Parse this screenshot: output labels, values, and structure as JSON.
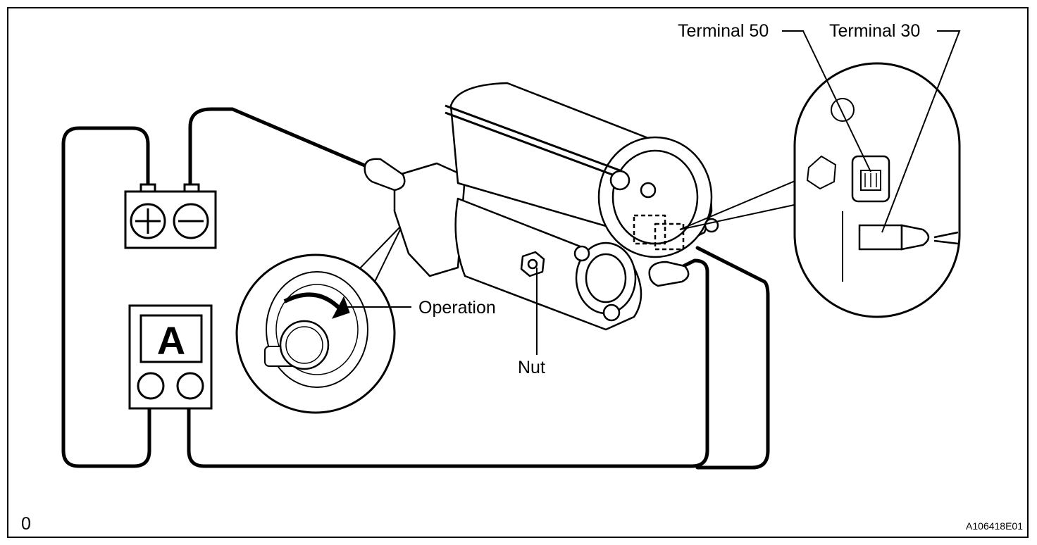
{
  "labels": {
    "terminal_50": "Terminal 50",
    "terminal_30": "Terminal 30",
    "operation": "Operation",
    "nut": "Nut",
    "ammeter": "A"
  },
  "footer": {
    "left_code": "0",
    "figure_id": "A106418E01"
  },
  "colors": {
    "ink": "#000000",
    "paper": "#ffffff"
  },
  "icons": {
    "battery_positive": "plus-icon",
    "battery_negative": "minus-icon",
    "rotation": "curved-arrow-icon"
  }
}
